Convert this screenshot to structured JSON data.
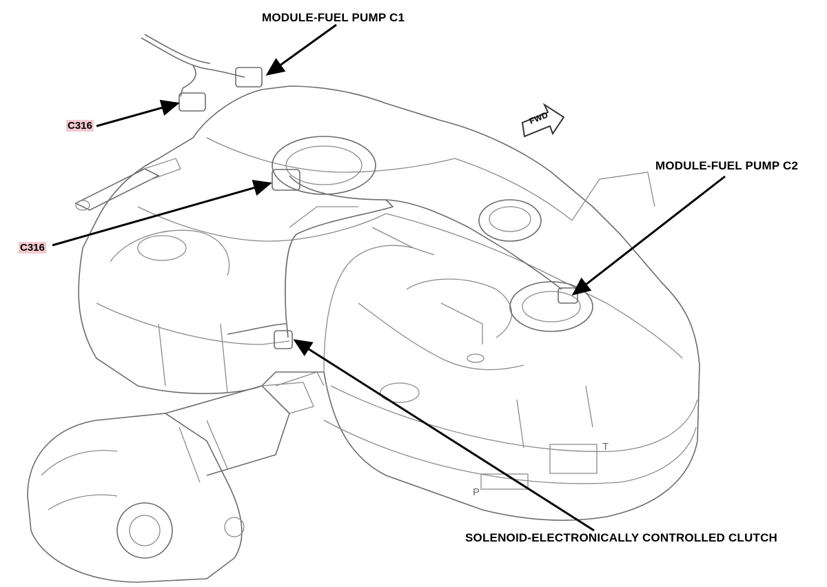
{
  "labels": {
    "module_fuel_pump_c1": "MODULE-FUEL PUMP C1",
    "module_fuel_pump_c2": "MODULE-FUEL PUMP C2",
    "solenoid_clutch": "SOLENOID-ELECTRONICALLY CONTROLLED CLUTCH",
    "c316_upper": "C316",
    "c316_lower": "C316",
    "fwd": "FWD"
  },
  "panel_marks": {
    "p": "P",
    "t": "T"
  },
  "colors": {
    "line_art": "#8a8a8a",
    "leader": "#000000",
    "connector_highlight": "#f2c9cf"
  }
}
